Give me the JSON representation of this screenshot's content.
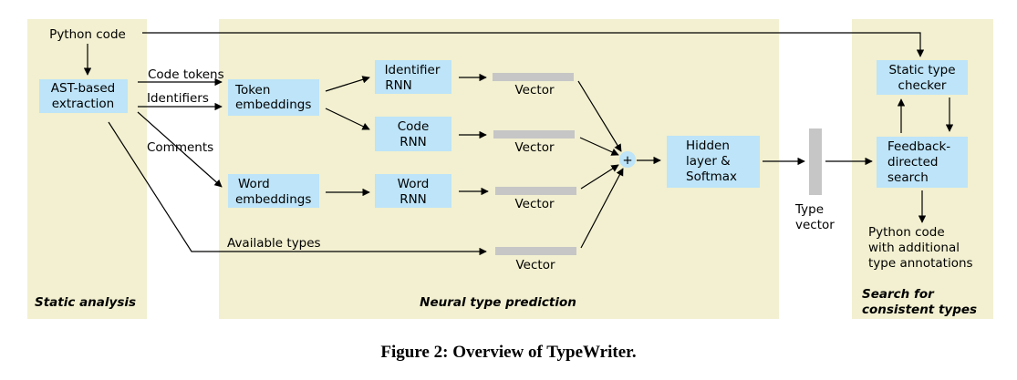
{
  "colors": {
    "region_fill": "#f2f0d0",
    "box_fill": "#bde4f8",
    "vector_fill": "#c6c6c6",
    "line": "#000000"
  },
  "regions": {
    "static_analysis": "Static analysis",
    "neural_type_prediction": "Neural type prediction",
    "search_line1": "Search for",
    "search_line2": "consistent types"
  },
  "inputs": {
    "python_code": "Python code"
  },
  "boxes": {
    "ast_line1": "AST-based",
    "ast_line2": "extraction",
    "token_emb_line1": "Token",
    "token_emb_line2": "embeddings",
    "word_emb_line1": "Word",
    "word_emb_line2": "embeddings",
    "identifier_rnn_line1": "Identifier",
    "identifier_rnn_line2": "RNN",
    "code_rnn_line1": "Code",
    "code_rnn_line2": "RNN",
    "word_rnn_line1": "Word",
    "word_rnn_line2": "RNN",
    "hidden_line1": "Hidden",
    "hidden_line2": "layer &",
    "hidden_line3": "Softmax",
    "checker_line1": "Static type",
    "checker_line2": "checker",
    "search_line1": "Feedback-",
    "search_line2": "directed",
    "search_line3": "search"
  },
  "edge_labels": {
    "code_tokens": "Code tokens",
    "identifiers": "Identifiers",
    "comments": "Comments",
    "available_types": "Available types"
  },
  "vectors": {
    "vector_label": "Vector",
    "type_vector_line1": "Type",
    "type_vector_line2": "vector"
  },
  "combine": {
    "plus": "+"
  },
  "output": {
    "line1": "Python code",
    "line2": "with additional",
    "line3": "type annotations"
  },
  "caption": "Figure 2: Overview of TypeWriter."
}
